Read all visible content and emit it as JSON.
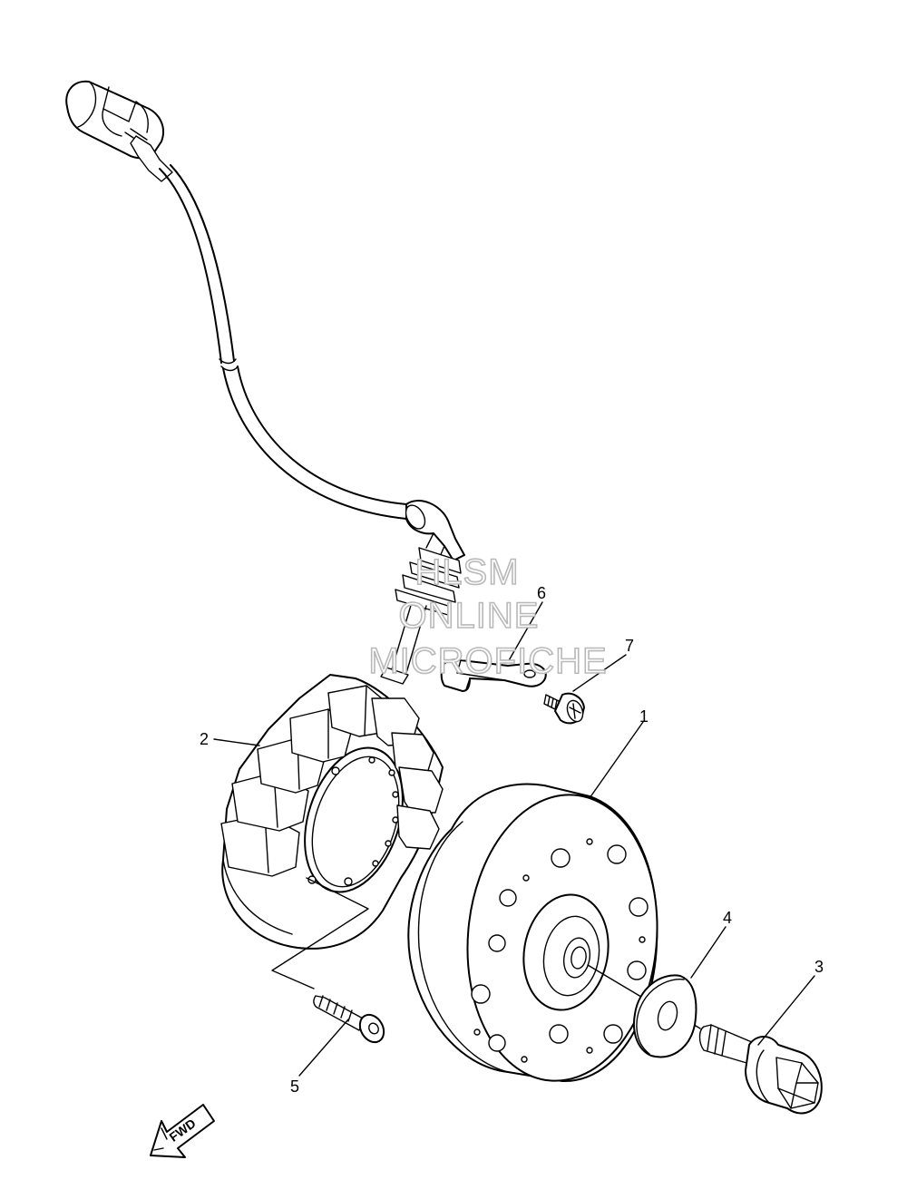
{
  "callouts": [
    {
      "id": "part-1",
      "label": "1"
    },
    {
      "id": "part-2",
      "label": "2"
    },
    {
      "id": "part-3",
      "label": "3"
    },
    {
      "id": "part-4",
      "label": "4"
    },
    {
      "id": "part-5",
      "label": "5"
    },
    {
      "id": "part-6",
      "label": "6"
    },
    {
      "id": "part-7",
      "label": "7"
    }
  ],
  "watermark": {
    "line1": "HLSM",
    "line2": "ONLINE",
    "line3": "MICROFICHE",
    "color": "#b9b9b9"
  },
  "direction_arrow": {
    "label": "FWD"
  }
}
